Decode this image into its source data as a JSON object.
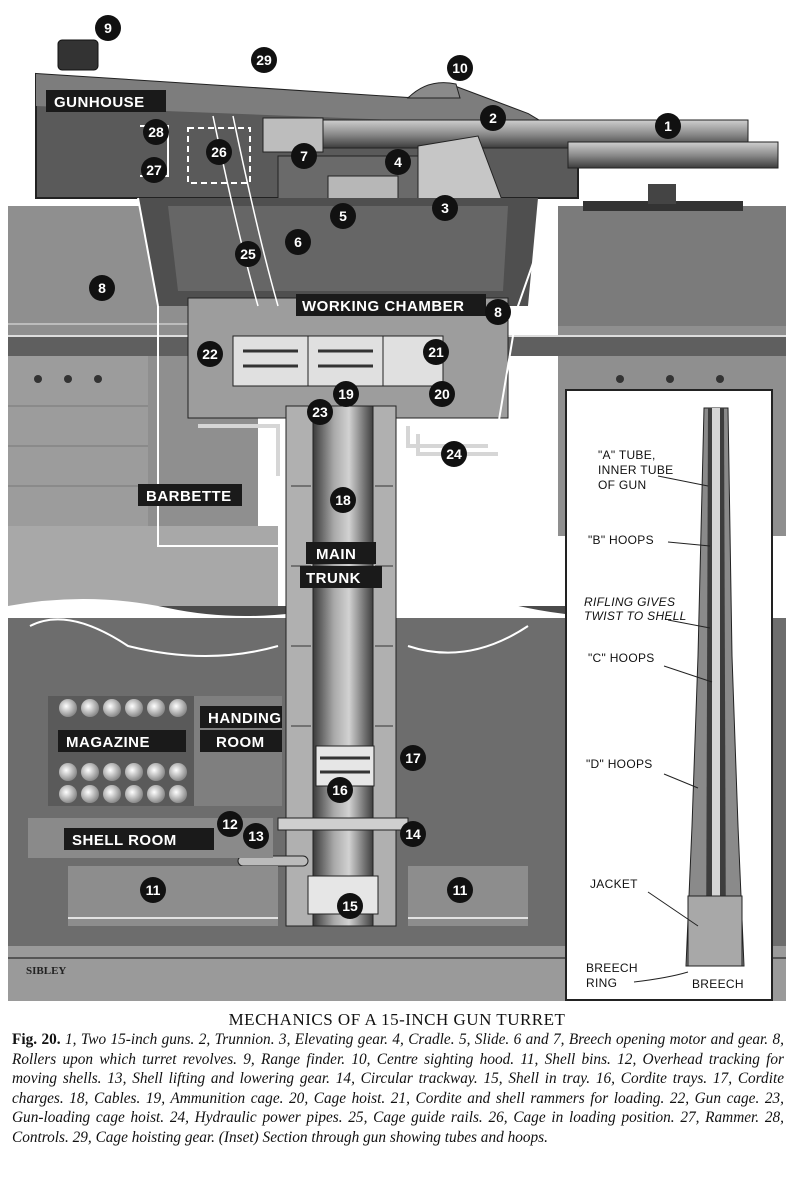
{
  "figure": {
    "labels": {
      "gunhouse": "GUNHOUSE",
      "working_chamber": "WORKING CHAMBER",
      "barbette": "BARBETTE",
      "main": "MAIN",
      "trunk": "TRUNK",
      "magazine": "MAGAZINE",
      "handing": "HANDING",
      "room": "ROOM",
      "shell_room": "SHELL ROOM"
    },
    "numbers": [
      "1",
      "2",
      "3",
      "4",
      "5",
      "6",
      "7",
      "8",
      "8",
      "9",
      "10",
      "11",
      "11",
      "12",
      "13",
      "14",
      "15",
      "16",
      "17",
      "18",
      "19",
      "20",
      "21",
      "22",
      "23",
      "24",
      "25",
      "26",
      "27",
      "28",
      "29"
    ],
    "signature": "SIBLEY",
    "inset": {
      "a_tube_1": "\"A\" TUBE,",
      "a_tube_2": "INNER TUBE",
      "a_tube_3": "OF GUN",
      "b_hoops": "\"B\" HOOPS",
      "rifling_1": "RIFLING GIVES",
      "rifling_2": "TWIST TO SHELL",
      "c_hoops": "\"C\" HOOPS",
      "d_hoops": "\"D\" HOOPS",
      "jacket": "JACKET",
      "breech_ring_1": "BREECH",
      "breech_ring_2": "RING",
      "breech": "BREECH"
    }
  },
  "caption": {
    "title": "MECHANICS OF A 15-INCH GUN TURRET",
    "fig": "Fig. 20.",
    "body": "1, Two 15-inch guns. 2, Trunnion. 3, Elevating gear. 4, Cradle. 5, Slide. 6 and 7, Breech opening motor and gear. 8, Rollers upon which turret revolves. 9, Range finder. 10, Centre sighting hood. 11, Shell bins. 12, Overhead tracking for moving shells. 13, Shell lifting and lowering gear. 14, Circular trackway. 15, Shell in tray. 16, Cordite trays. 17, Cordite charges. 18, Cables. 19, Ammunition cage. 20, Cage hoist. 21, Cordite and shell rammers for loading. 22, Gun cage. 23, Gun-loading cage hoist. 24, Hydraulic power pipes. 25, Cage guide rails. 26, Cage in loading position. 27, Rammer. 28, Controls. 29, Cage hoisting gear. (Inset) Section through gun showing tubes and hoops."
  },
  "colors": {
    "ink": "#111111",
    "steel_dark": "#4a4a4a",
    "steel_mid": "#7a7a7a",
    "steel_light": "#b5b5b5",
    "paper": "#ffffff"
  }
}
